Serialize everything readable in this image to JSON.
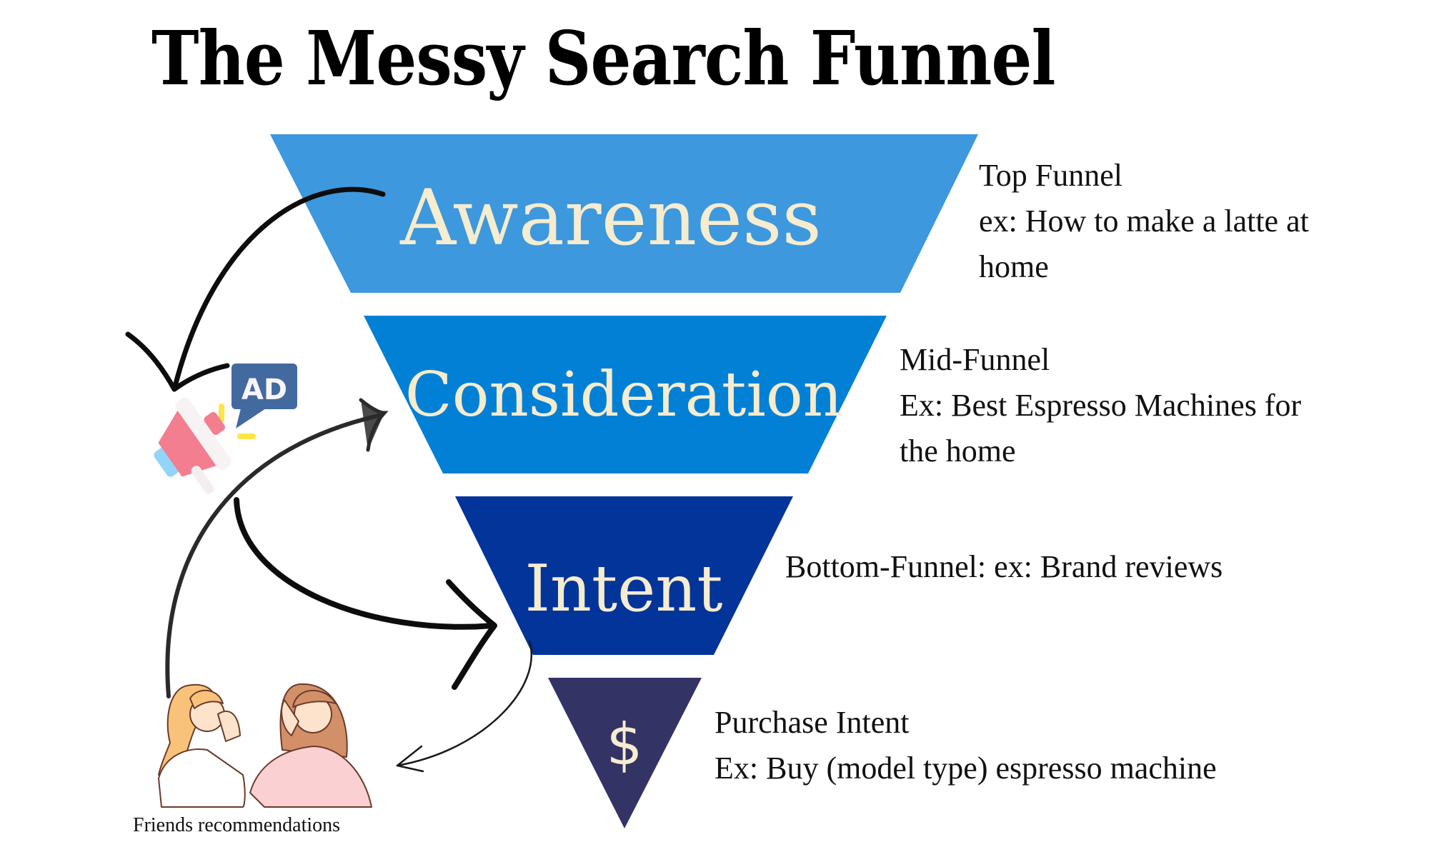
{
  "title": "The Messy Search Funnel",
  "colors": {
    "awareness": "#3d98dd",
    "consideration": "#0280d5",
    "intent": "#023499",
    "purchase": "#343366",
    "stage_text": "#f6ecd0",
    "ad_bubble": "#436a9e",
    "megaphone_body": "#f27e8f",
    "megaphone_accent": "#fde545",
    "megaphone_handle": "#94d4fa",
    "arrow": "#111111"
  },
  "stages": [
    {
      "label": "Awareness",
      "description": [
        "Top Funnel",
        "ex: How to make a latte at",
        "home"
      ]
    },
    {
      "label": "Consideration",
      "description": [
        "Mid-Funnel",
        "Ex: Best Espresso Machines for",
        "the home"
      ]
    },
    {
      "label": "Intent",
      "description": [
        "Bottom-Funnel: ex: Brand reviews"
      ]
    },
    {
      "label": "$",
      "description": [
        "Purchase Intent",
        "Ex: Buy (model type) espresso machine"
      ]
    }
  ],
  "ad_icon": {
    "text": "AD",
    "icon": "megaphone-ad-icon"
  },
  "friends": {
    "caption": "Friends recommendations",
    "icon": "friends-whispering-illustration"
  },
  "flows": [
    {
      "from": "Awareness",
      "to": "Ad",
      "style": "solid"
    },
    {
      "from": "Friends recommendations",
      "to": "Consideration",
      "style": "solid"
    },
    {
      "from": "Ad",
      "to": "Intent",
      "style": "solid"
    },
    {
      "from": "Intent",
      "to": "Friends recommendations",
      "style": "thin"
    }
  ]
}
